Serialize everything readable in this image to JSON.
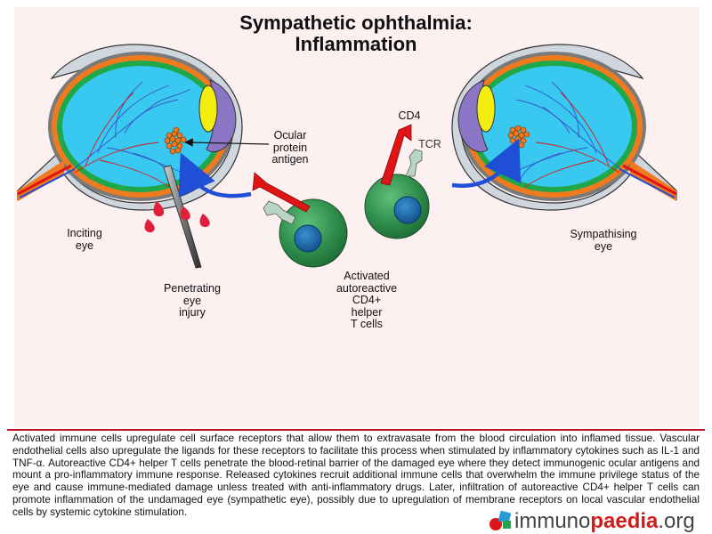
{
  "title_line1": "Sympathetic ophthalmia:",
  "title_line2": "Inflammation",
  "labels": {
    "ocular_antigen": [
      "Ocular",
      "protein",
      "antigen"
    ],
    "cd4": "CD4",
    "tcr": "TCR",
    "inciting_eye": [
      "Inciting",
      "eye"
    ],
    "sympathising_eye": [
      "Sympathising",
      "eye"
    ],
    "penetrating_injury": [
      "Penetrating",
      "eye",
      "injury"
    ],
    "activated_cells": [
      "Activated",
      "autoreactive",
      "CD4+",
      "helper",
      "T cells"
    ]
  },
  "caption": "Activated immune cells upregulate cell surface receptors that allow them to extravasate from the blood circulation into inflamed tissue. Vascular endothelial cells also upregulate the ligands for these receptors to facilitate this process when stimulated by inflammatory cytokines such as IL-1 and TNF-α. Autoreactive CD4+ helper T cells penetrate the blood-retinal barrier of the damaged eye where they detect immunogenic ocular antigens and mount a pro-inflammatory immune response. Released cytokines recruit additional immune cells that overwhelm the immune privilege status of the eye and cause immune-mediated damage unless treated with anti-inflammatory drugs. Later, infiltration of autoreactive CD4+ helper T cells can promote inflammation of the undamaged eye (sympathetic eye), possibly due to upregulation of membrane receptors on local vascular endothelial cells by systemic cytokine stimulation.",
  "logo": {
    "part1": "immuno",
    "part2": "paedia",
    "part3": ".org"
  },
  "colors": {
    "eye_fill": "#38c8f0",
    "sclera_orange": "#f07a1e",
    "retina_green": "#1fa84a",
    "lens_yellow": "#f4ee10",
    "iris_purple": "#8a76c4",
    "cell_green": "#2f8e4c",
    "nucleus_blue": "#1d6aa6",
    "receptor_red": "#e01414",
    "arrow_blue": "#1f4fd6",
    "blood_red": "#e0203a",
    "rule_red": "#c0122a"
  }
}
